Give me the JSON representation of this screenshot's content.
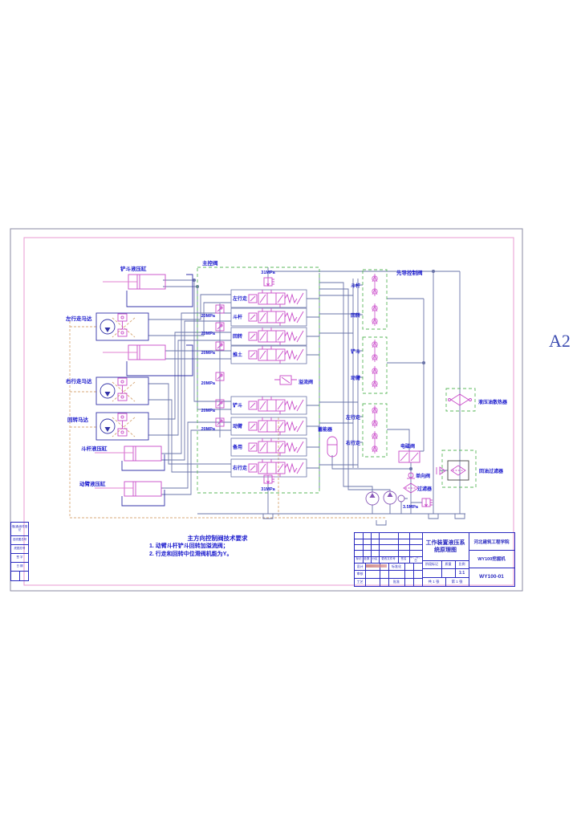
{
  "page": {
    "sheet_size_label": "A2"
  },
  "colors": {
    "pipe": "#6a74a8",
    "line_blue": "#3434a8",
    "magenta": "#c84ac8",
    "green_dashed": "#5cb85c",
    "tan_dashed": "#d8a878",
    "text_blue": "#1a1acd",
    "title_blue": "#2a2ac0",
    "border_pink": "#e89ad0"
  },
  "schematic": {
    "main_valve": {
      "title": "主控阀",
      "rows": [
        "左行走",
        "斗杆",
        "回转",
        "推土",
        "铲斗",
        "动臂",
        "备用",
        "右行走"
      ],
      "top_relief_pressure": "31MPa",
      "bottom_relief_pressure": "31MPa",
      "relief_valve_label": "溢流阀",
      "port_relief_pressures": [
        "20MPa",
        "20MPa",
        "20MPa",
        "20MPa",
        "20MPa",
        "20MPa"
      ]
    },
    "pilot_valves": {
      "title": "先导控制阀",
      "rows": [
        "斗杆",
        "回转",
        "铲斗",
        "动臂",
        "左行走",
        "右行走"
      ]
    },
    "actuators": {
      "bucket_cylinder": "铲斗液压缸",
      "left_travel_motor": "左行走马达",
      "right_travel_motor": "右行走马达",
      "swing_motor": "回转马达",
      "arm_cylinder": "斗杆液压缸",
      "boom_cylinder": "动臂液压缸"
    },
    "components": {
      "accumulator": "蓄能器",
      "solenoid_valve": "电磁阀",
      "check_valve": "单向阀",
      "filter": "过滤器",
      "pilot_relief_pressure": "3.5MPa",
      "oil_cooler": "液压油散热器",
      "return_filter": "回油过滤器"
    }
  },
  "notes": {
    "title": "主方向控制阀技术要求",
    "lines": [
      "1. 动臂斗杆铲斗回转加溢流阀；",
      "2. 行走和回转中位滑阀机能为Y。"
    ]
  },
  "title_block": {
    "title_line1": "工作装置液压系",
    "title_line2": "统原理图",
    "school": "河北建筑工程学院",
    "project": "WY100挖掘机",
    "drawing_no": "WY100-01",
    "header_cells": [
      "标记",
      "处数",
      "分区",
      "更改文件号",
      "签名",
      "年、月、日"
    ],
    "row_labels": {
      "design": "设计",
      "check": "审核",
      "process": "工艺",
      "standard": "标准化",
      "approve": "批准"
    },
    "stage_cells": [
      "阶段标记",
      "质量",
      "比例"
    ],
    "scale": "1:1",
    "sheet_count": "共 1 张",
    "sheet_no": "第 1 张"
  },
  "corner_block": {
    "rows": [
      "借(通)用件登记",
      "旧底图总号",
      "底图总号",
      "签 字",
      "日 期"
    ]
  }
}
